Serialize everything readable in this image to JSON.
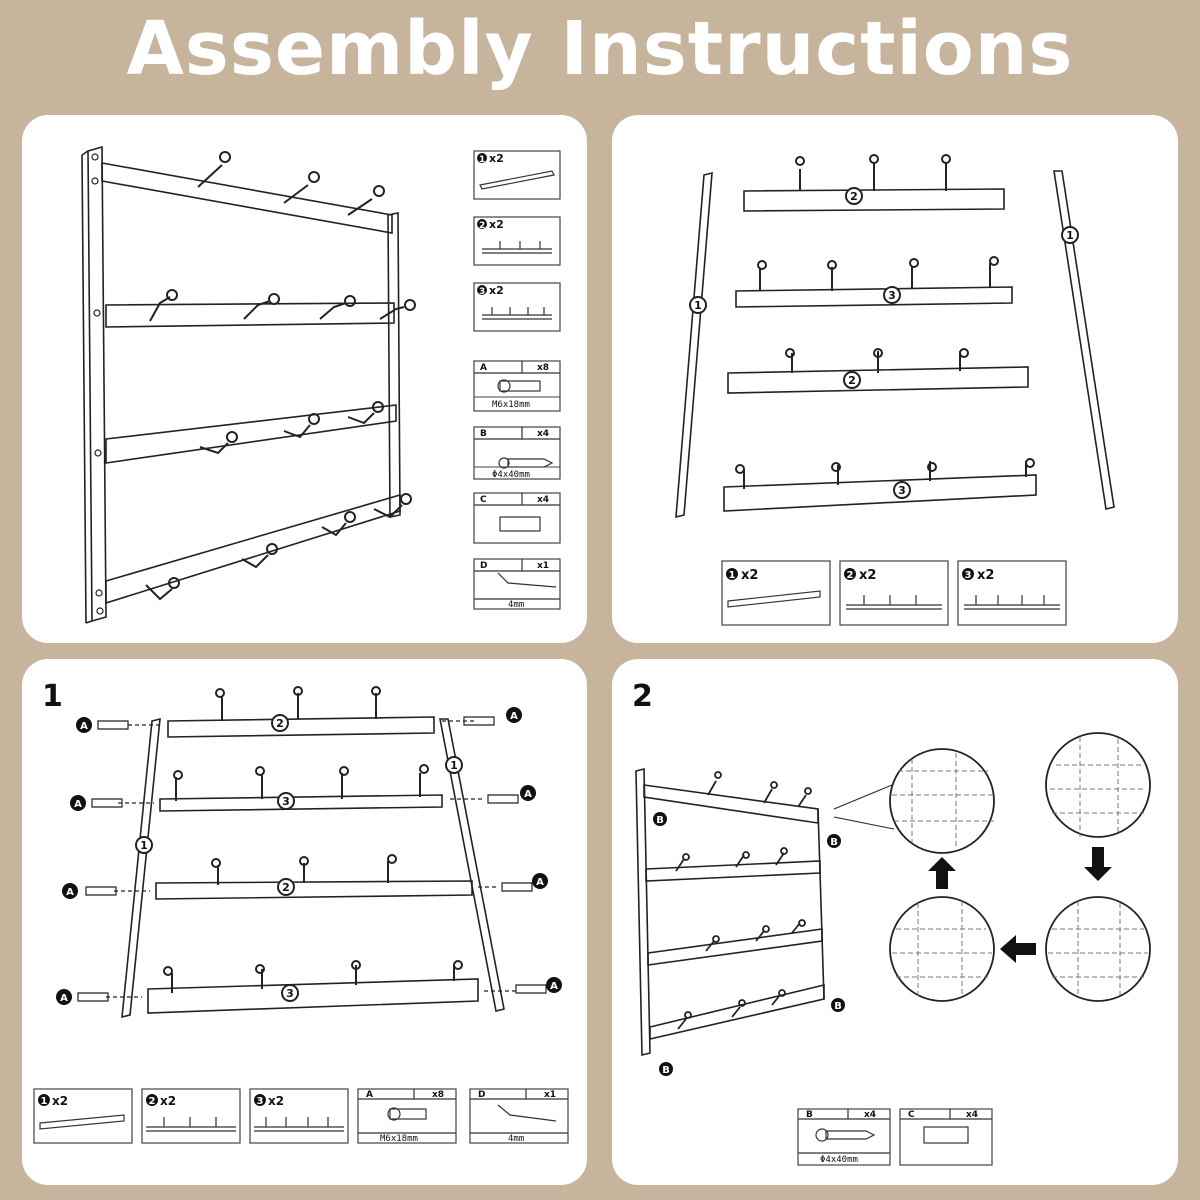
{
  "title": "Assembly Instructions",
  "steps": {
    "step1": "1",
    "step2": "2"
  },
  "parts": {
    "p1": "x2",
    "p2": "x2",
    "p3": "x2",
    "n1": "1",
    "n2": "2",
    "n3": "3"
  },
  "hardware": {
    "A": {
      "letter": "A",
      "qty": "x8",
      "size": "M6x18mm"
    },
    "B": {
      "letter": "B",
      "qty": "x4",
      "size": "Φ4x40mm"
    },
    "C": {
      "letter": "C",
      "qty": "x4"
    },
    "D": {
      "letter": "D",
      "qty": "x1",
      "size": "4mm"
    }
  },
  "colors": {
    "background": "#c7b49d",
    "panel": "#ffffff",
    "line": "#222222"
  }
}
